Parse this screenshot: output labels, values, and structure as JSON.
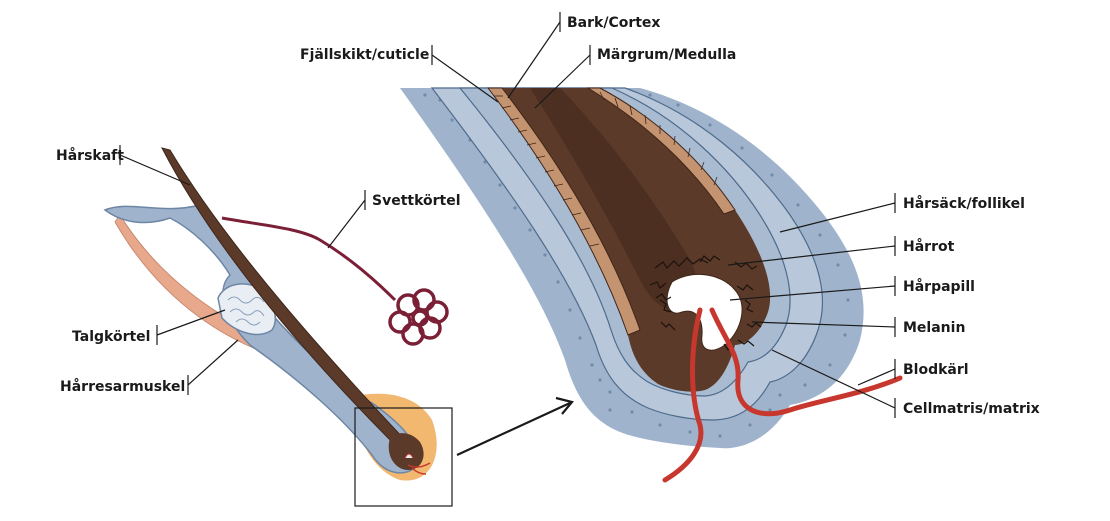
{
  "labels": {
    "harskaft": "Hårskaft",
    "svettkortel": "Svettkörtel",
    "talgkortel": "Talgkörtel",
    "harresarmuskel": "Hårresarmuskel",
    "bark_cortex": "Bark/Cortex",
    "fjallskikt_cuticle": "Fjällskikt/cuticle",
    "margrum_medulla": "Märgrum/Medulla",
    "harsack_follikel": "Hårsäck/follikel",
    "harrot": "Hårrot",
    "harpapill": "Hårpapill",
    "melanin": "Melanin",
    "blodkarl": "Blodkärl",
    "cellmatris_matrix": "Cellmatris/matrix"
  },
  "colors": {
    "hair_brown": "#5b3a29",
    "hair_dark": "#3f261a",
    "follicle_blue": "#9fb4cc",
    "follicle_light": "#c7d3e1",
    "vessel_red": "#c8372d",
    "gland_maroon": "#7a1f35",
    "muscle_peach": "#e8a88c",
    "orange_sheath": "#f2b870"
  }
}
